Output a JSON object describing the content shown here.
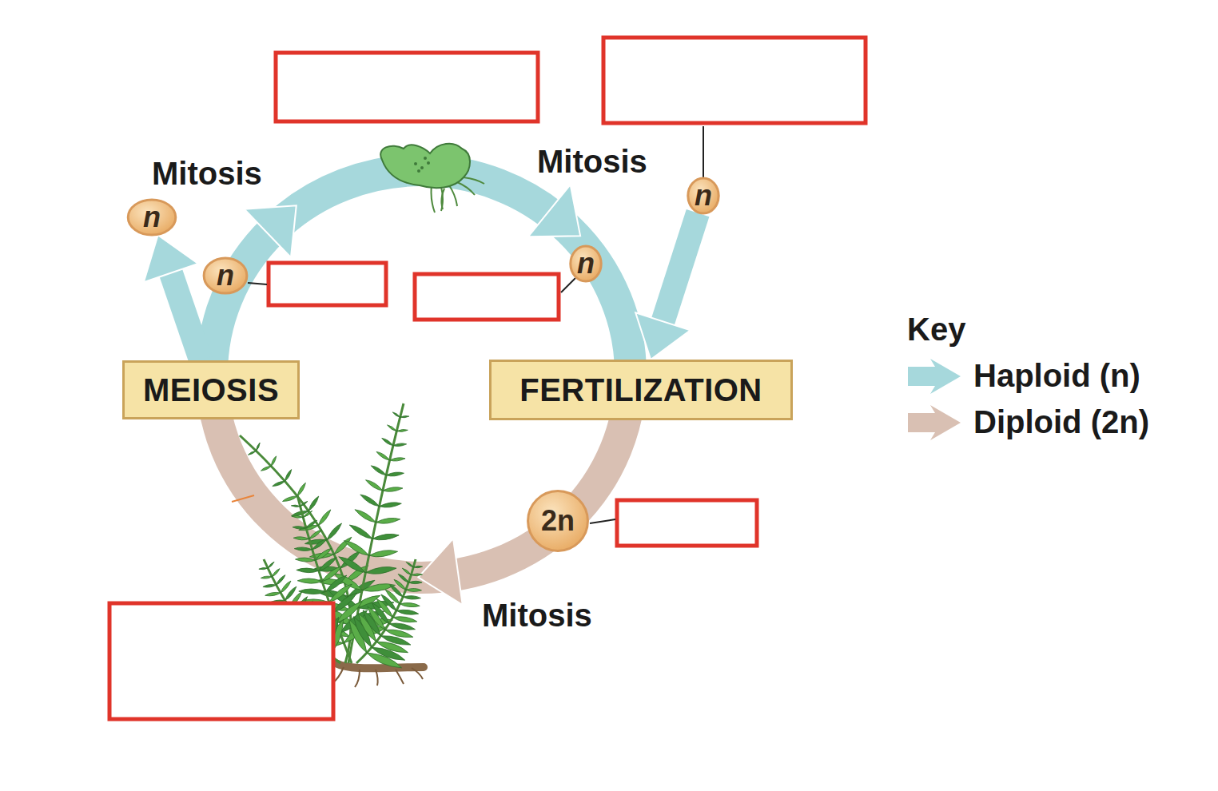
{
  "diagram": {
    "nodes": [
      {
        "text": [
          "n"
        ]
      },
      {
        "text": [
          "n"
        ]
      },
      {
        "text": [
          "n"
        ]
      },
      {
        "text": [
          "n"
        ]
      },
      {
        "text": [
          "MEIOSIS"
        ]
      },
      {
        "text": [
          "FERTILIZATION"
        ]
      },
      {
        "text": [
          "2n"
        ]
      }
    ],
    "edges": [
      {
        "from": 4,
        "to": 1,
        "arrow": "to"
      },
      {
        "from": 0,
        "to": 5,
        "arrow": "to"
      }
    ],
    "labels": [
      "Mitosis",
      "Mitosis",
      "Mitosis",
      "Key"
    ],
    "legend": [
      {
        "text": "Haploid (n)",
        "color": "#a6d8dc"
      },
      {
        "text": "Diploid (2n)",
        "color": "#d9c0b3"
      }
    ]
  }
}
